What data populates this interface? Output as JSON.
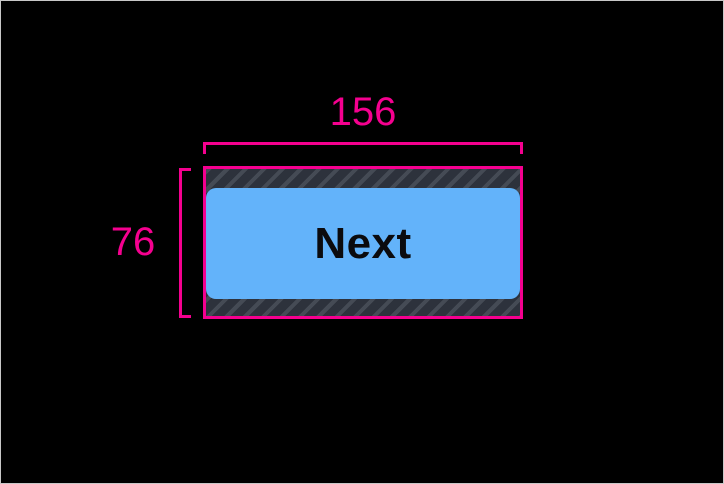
{
  "measurements": {
    "width_label": "156",
    "height_label": "76"
  },
  "button": {
    "label": "Next"
  },
  "colors": {
    "accent": "#F5008F",
    "button-fill": "#63B3FA",
    "button-text": "#0B0B0E",
    "hatch-light": "#454B55",
    "hatch-dark": "#2D323C",
    "canvas-bg": "#000000",
    "frame-border": "#C8C8C8"
  }
}
